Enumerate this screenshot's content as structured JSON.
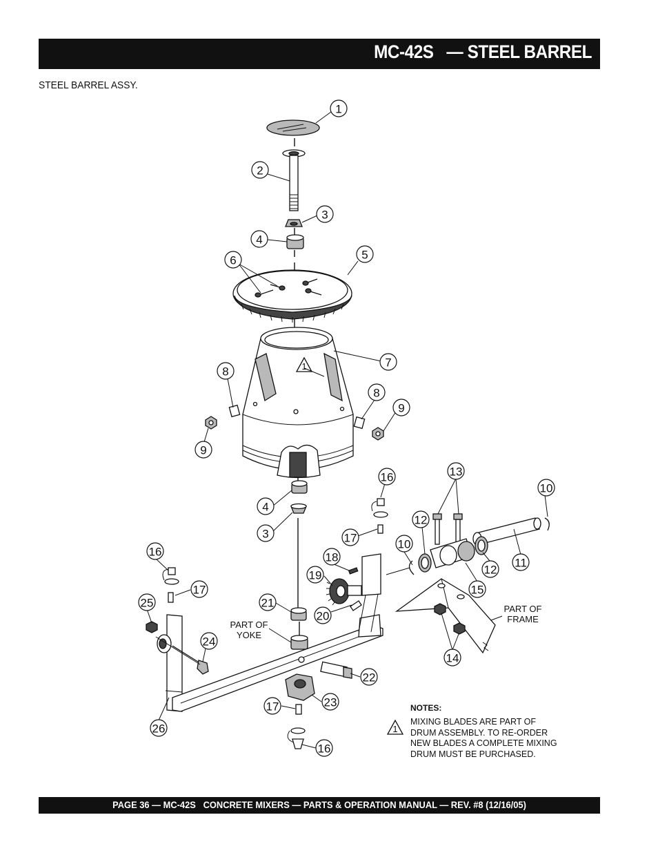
{
  "header": {
    "title": "MC-42S   — STEEL BARREL"
  },
  "subtitle": "STEEL BARREL ASSY.",
  "callouts": {
    "c1": "1",
    "c2": "2",
    "c3a": "3",
    "c4a": "4",
    "c5": "5",
    "c6": "6",
    "c7": "7",
    "c8a": "8",
    "c8b": "8",
    "c9a": "9",
    "c9b": "9",
    "c4b": "4",
    "c3b": "3",
    "c16a": "16",
    "c17a": "17",
    "c13": "13",
    "c10a": "10",
    "c12a": "12",
    "c10b": "10",
    "c11": "11",
    "c12b": "12",
    "c18": "18",
    "c19": "19",
    "c15": "15",
    "c16b": "16",
    "c17b": "17",
    "c25": "25",
    "c21": "21",
    "c20": "20",
    "c24": "24",
    "c22": "22",
    "c23": "23",
    "c17c": "17",
    "c26": "26",
    "c16c": "16",
    "c14": "14"
  },
  "warning_marker": "1",
  "labels": {
    "yoke_line1": "PART OF",
    "yoke_line2": "YOKE",
    "frame_line1": "PART OF",
    "frame_line2": "FRAME"
  },
  "notes": {
    "title": "NOTES:",
    "marker": "1",
    "body": "MIXING BLADES ARE PART OF\nDRUM ASSEMBLY. TO RE-ORDER\nNEW BLADES A COMPLETE MIXING\nDRUM MUST BE PURCHASED."
  },
  "footer": {
    "text": "PAGE 36 — MC-42S   CONCRETE MIXERS — PARTS & OPERATION MANUAL — REV. #8 (12/16/05)"
  }
}
